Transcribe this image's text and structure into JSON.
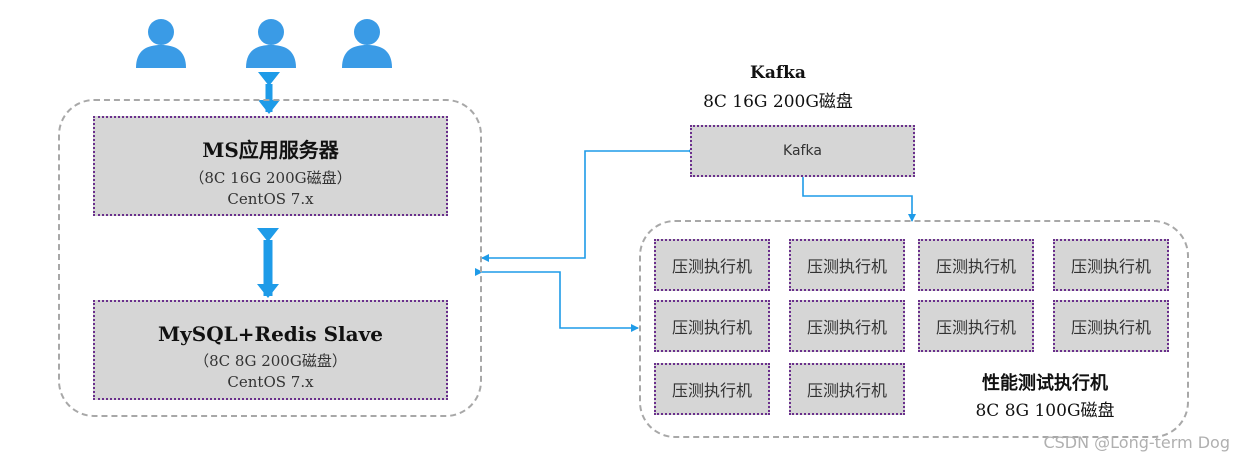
{
  "users": [
    {
      "icon": "user-icon"
    },
    {
      "icon": "user-icon"
    },
    {
      "icon": "user-icon"
    }
  ],
  "ms_server": {
    "title": "MS应用服务器",
    "spec": "（8C 16G 200G磁盘）",
    "os": "CentOS 7.x"
  },
  "db_server": {
    "title": "MySQL+Redis Slave",
    "spec": "（8C 8G 200G磁盘）",
    "os": "CentOS 7.x"
  },
  "kafka": {
    "title": "Kafka",
    "spec": "8C 16G 200G磁盘",
    "box_label": "Kafka"
  },
  "agents": {
    "items": [
      "压测执行机",
      "压测执行机",
      "压测执行机",
      "压测执行机",
      "压测执行机",
      "压测执行机",
      "压测执行机",
      "压测执行机",
      "压测执行机",
      "压测执行机"
    ],
    "group_title": "性能测试执行机",
    "group_spec": "8C 8G 100G磁盘"
  },
  "watermark": "CSDN @Long-term Dog",
  "colors": {
    "arrow": "#1e9be8",
    "box_border": "#6a2f8c",
    "box_fill": "#d6d6d6",
    "group_border": "#a8a8a8"
  }
}
